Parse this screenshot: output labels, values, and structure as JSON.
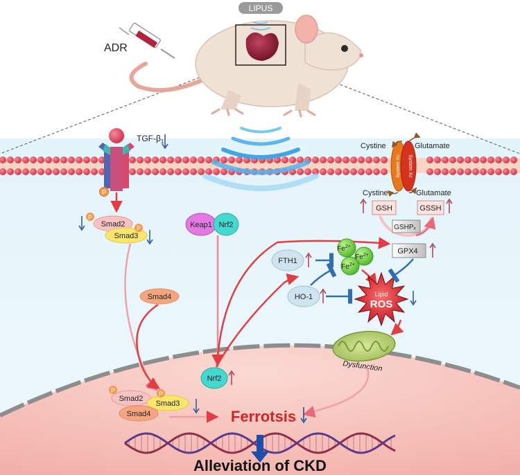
{
  "labels": {
    "lipus": "LIPUS",
    "adr": "ADR",
    "tgf": "TGF-β",
    "tgf_sub": "1",
    "cystine_top": "Cystine",
    "glutamate_top": "Glutamate",
    "cystine_bottom": "Cystine",
    "glutamate_bottom": "Glutamate",
    "system_xc_1": "System Xc",
    "system_xc_2": "System Xc",
    "gsh": "GSH",
    "gssh": "GSSH",
    "gshpx": "GSHPₓ",
    "gpx4": "GPX4",
    "fth1": "FTH1",
    "ho1": "HO-1",
    "fe": "Fe",
    "fe_charge": "2+",
    "lipid": "Lipid",
    "ros": "ROS",
    "dysfunction": "Dysfunction",
    "keap1": "Keap1",
    "nrf2_cyto": "Nrf2",
    "nrf2_nuc": "Nrf2",
    "smad2_cyto": "Smad2",
    "smad3_cyto": "Smad3",
    "smad4_cyto": "Smad4",
    "smad2_nuc": "Smad2",
    "smad3_nuc": "Smad3",
    "smad4_nuc": "Smad4",
    "p": "P",
    "ferroptosis": "Ferrotsis",
    "outcome": "Alleviation of CKD"
  },
  "colors": {
    "cytoplasm": "#e6f5fb",
    "nucleus": "#f6c7c1",
    "membrane_head": "#e8495a",
    "up_arrow": "#b5475a",
    "down_arrow": "#2f5f9e",
    "activation": "#e23d42",
    "inhibition": "#2f6db5",
    "ferroptosis_text": "#d42323"
  }
}
